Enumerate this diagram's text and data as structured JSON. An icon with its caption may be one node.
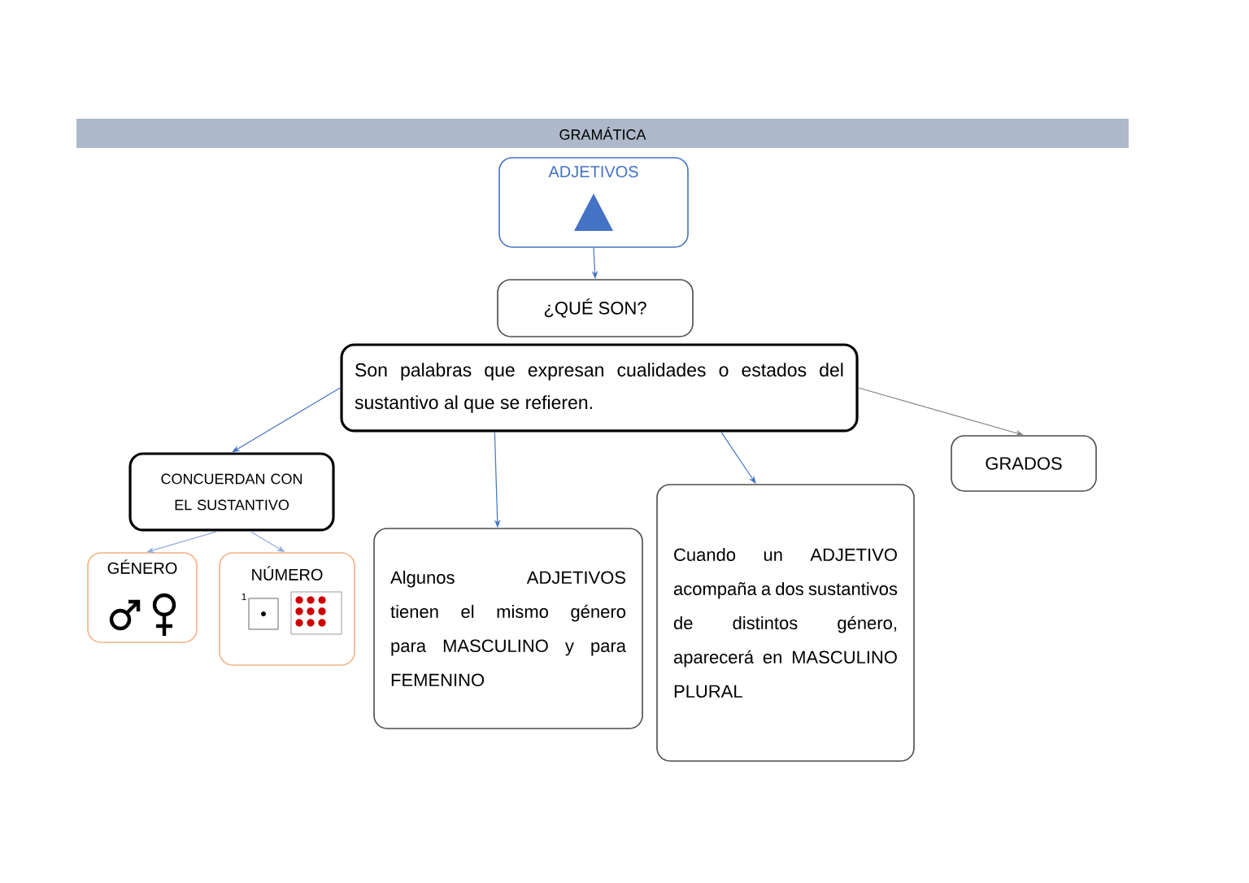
{
  "diagram": {
    "title": "GRAMÁTICA",
    "nodes": [
      {
        "text": [
          "ADJETIVOS"
        ]
      },
      {
        "text": [
          "¿QUÉ SON?"
        ]
      },
      {
        "text": [
          "Son palabras que expresan cualidades o estados del sustantivo al que se refieren."
        ]
      },
      {
        "text": [
          "CONCUERDAN CON EL SUSTANTIVO"
        ]
      },
      {
        "text": [
          "GRADOS"
        ]
      },
      {
        "text": [
          "GÉNERO"
        ]
      },
      {
        "text": [
          "NÚMERO"
        ]
      },
      {
        "text": [
          "Algunos ADJETIVOS tienen el mismo género para MASCULINO y para FEMENINO"
        ]
      },
      {
        "text": [
          "Cuando un ADJETIVO acompaña a dos sustantivos de distintos género, aparecerá en MASCULINO PLURAL"
        ]
      }
    ],
    "edges": [
      {
        "from": 0,
        "to": 1,
        "arrow": "to"
      },
      {
        "from": 2,
        "to": 3,
        "arrow": "to"
      },
      {
        "from": 2,
        "to": 7,
        "arrow": "to"
      },
      {
        "from": 2,
        "to": 8,
        "arrow": "to"
      },
      {
        "from": 2,
        "to": 4,
        "arrow": "to",
        "color": "#808080"
      },
      {
        "from": 3,
        "to": 5,
        "arrow": "to"
      },
      {
        "from": 3,
        "to": 6,
        "arrow": "to"
      }
    ],
    "labels": [
      "1"
    ]
  }
}
